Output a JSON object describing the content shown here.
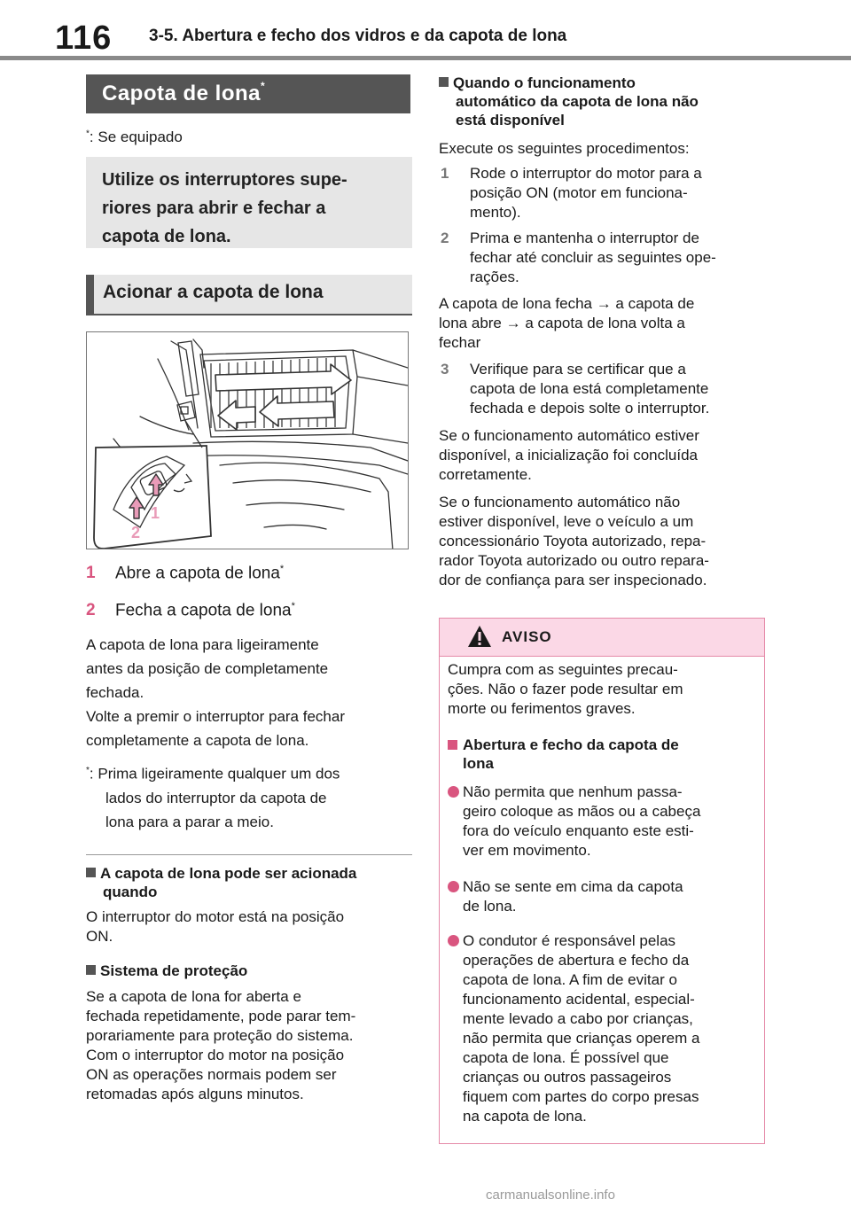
{
  "header": {
    "page_number": "116",
    "section": "3-5. Abertura e fecho dos vidros e da capota de lona"
  },
  "left": {
    "section_title": "Capota de lona",
    "section_title_mark": "*",
    "footnote_mark": "*",
    "footnote": ": Se equipado",
    "intro_lines": [
      "Utilize os interruptores supe-",
      "riores para abrir e fechar a",
      "capota de lona."
    ],
    "subheading": "Acionar a capota de lona",
    "figure_labels": {
      "one": "1",
      "two": "2"
    },
    "items": [
      {
        "num": "1",
        "text": "Abre a capota de lona",
        "mark": "*"
      },
      {
        "num": "2",
        "text": "Fecha a capota de lona",
        "mark": "*"
      }
    ],
    "para1": [
      "A capota de lona para ligeiramente",
      "antes da posição de completamente",
      "fechada.",
      "Volte a premir o interruptor para fechar",
      "completamente a capota de lona."
    ],
    "note_mark": "*",
    "note_lines": [
      ": Prima ligeiramente qualquer um dos",
      "lados do interruptor da capota de",
      "lona para a parar a meio."
    ],
    "b1_head": [
      "A capota de lona pode ser acionada",
      "quando"
    ],
    "b1_body": [
      "O interruptor do motor está na posição",
      "ON."
    ],
    "b2_head": "Sistema de proteção",
    "b2_body": [
      "Se a capota de lona for aberta e",
      "fechada repetidamente, pode parar tem-",
      "porariamente para proteção do sistema.",
      "Com o interruptor do motor na posição",
      "ON as operações normais podem ser",
      "retomadas após alguns minutos."
    ]
  },
  "right": {
    "b3_head": [
      "Quando o funcionamento",
      "automático da capota de lona não",
      "está disponível"
    ],
    "intro": "Execute os seguintes procedimentos:",
    "steps": [
      {
        "num": "1",
        "lines": [
          "Rode o interruptor do motor para a",
          "posição ON (motor em funciona-",
          "mento)."
        ]
      },
      {
        "num": "2",
        "lines": [
          "Prima e mantenha o interruptor de",
          "fechar até concluir as seguintes ope-",
          "rações."
        ]
      },
      {
        "num": "3",
        "lines": [
          "Verifique para se certificar que a",
          "capota de lona está completamente",
          "fechada e depois solte o interruptor."
        ]
      }
    ],
    "sequence": [
      "A capota de lona fecha → a capota de",
      "lona abre → a capota de lona volta a",
      "fechar"
    ],
    "para_done": [
      "Se o funcionamento automático estiver",
      "disponível, a inicialização foi concluída",
      "corretamente."
    ],
    "para_fail": [
      "Se o funcionamento automático não",
      "estiver disponível, leve o veículo a um",
      "concessionário Toyota autorizado, repa-",
      "rador Toyota autorizado ou outro repara-",
      "dor de confiança para ser inspecionado."
    ]
  },
  "aviso": {
    "label": "AVISO",
    "intro": [
      "Cumpra com as seguintes precau-",
      "ções. Não o fazer pode resultar em",
      "morte ou ferimentos graves."
    ],
    "head": [
      "Abertura e fecho da capota de",
      "lona"
    ],
    "bullets": [
      [
        "Não permita que nenhum passa-",
        "geiro coloque as mãos ou a cabeça",
        "fora do veículo enquanto este esti-",
        "ver em movimento."
      ],
      [
        "Não se sente em cima da capota",
        "de lona."
      ],
      [
        "O condutor é responsável pelas",
        "operações de abertura e fecho da",
        "capota de lona. A fim de evitar o",
        "funcionamento acidental, especial-",
        "mente levado a cabo por crianças,",
        "não permita que crianças operem a",
        "capota de lona. É possível que",
        "crianças ou outros passageiros",
        "fiquem com partes do corpo presas",
        "na capota de lona."
      ]
    ]
  },
  "watermark": "carmanualsonline.info",
  "colors": {
    "accent_pink": "#d9557f",
    "header_gray": "#555555",
    "aviso_bg": "#fbd8e6",
    "aviso_border": "#e58aa8"
  }
}
